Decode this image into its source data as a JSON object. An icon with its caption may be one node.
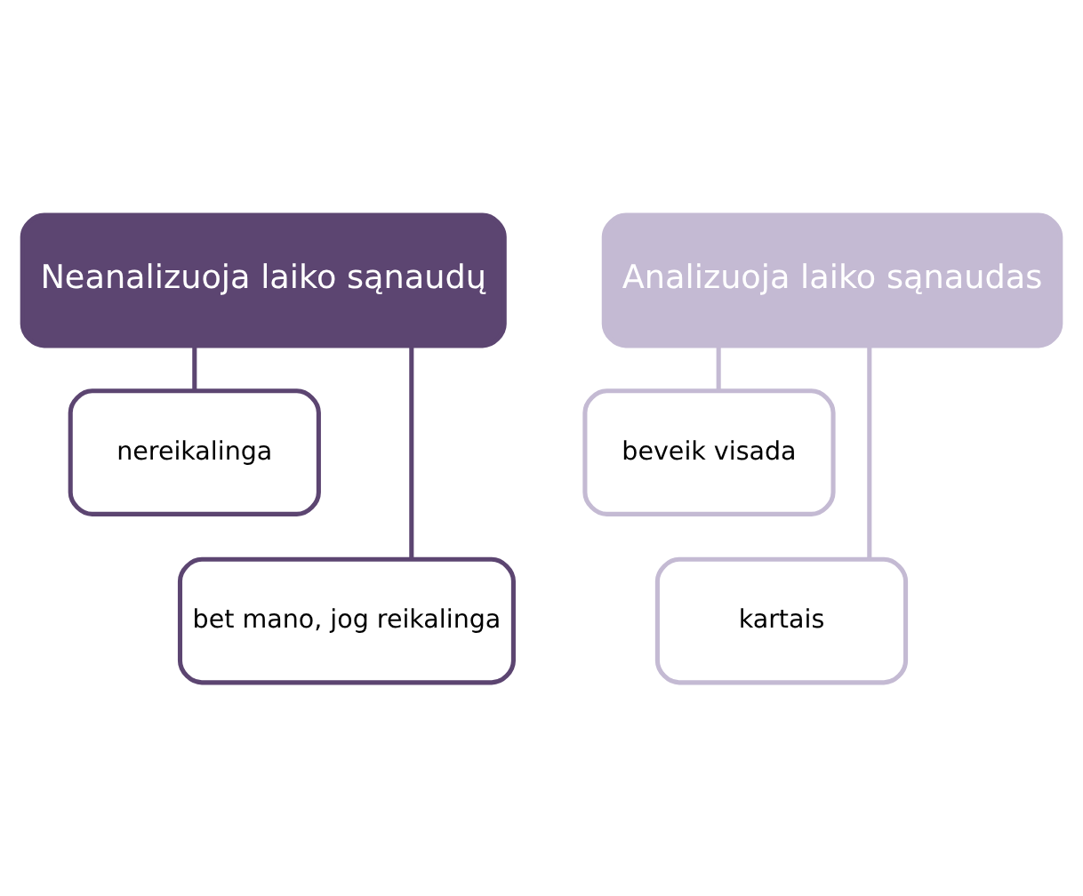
{
  "diagram": {
    "nodes": [
      {
        "text": [
          "Neanalizuoja laiko sąnaudų"
        ]
      },
      {
        "text": [
          "nereikalinga"
        ]
      },
      {
        "text": [
          "bet mano, jog reikalinga"
        ]
      },
      {
        "text": [
          "Analizuoja laiko sąnaudas"
        ]
      },
      {
        "text": [
          "beveik visada"
        ]
      },
      {
        "text": [
          "kartais"
        ]
      }
    ],
    "edges": [
      {
        "from": 0,
        "to": 1,
        "arrow": "none",
        "color": "#5c4571"
      },
      {
        "from": 0,
        "to": 2,
        "arrow": "none",
        "color": "#5c4571"
      },
      {
        "from": 3,
        "to": 4,
        "arrow": "none",
        "color": "#c4bad3"
      },
      {
        "from": 3,
        "to": 5,
        "arrow": "none",
        "color": "#c4bad3"
      }
    ]
  }
}
